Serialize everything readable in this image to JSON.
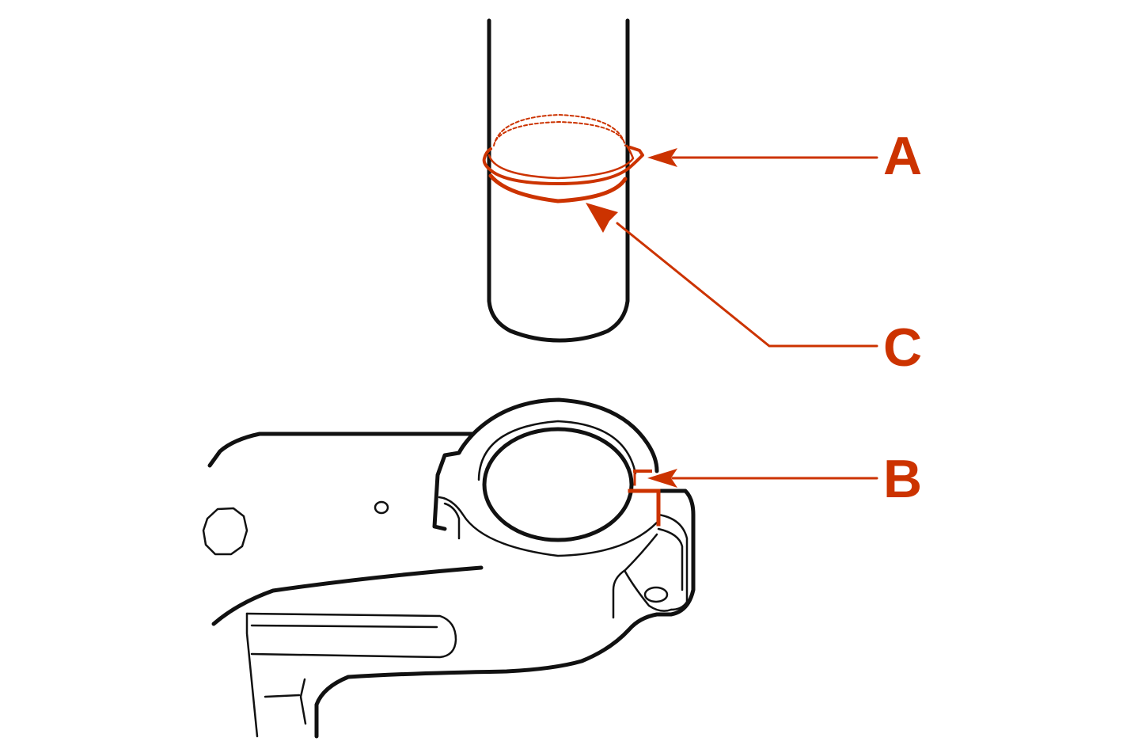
{
  "colors": {
    "outline": "#111111",
    "callout": "#cc3300",
    "background": "#ffffff"
  },
  "callouts": [
    {
      "id": "A",
      "label": "A"
    },
    {
      "id": "B",
      "label": "B"
    },
    {
      "id": "C",
      "label": "C"
    }
  ]
}
